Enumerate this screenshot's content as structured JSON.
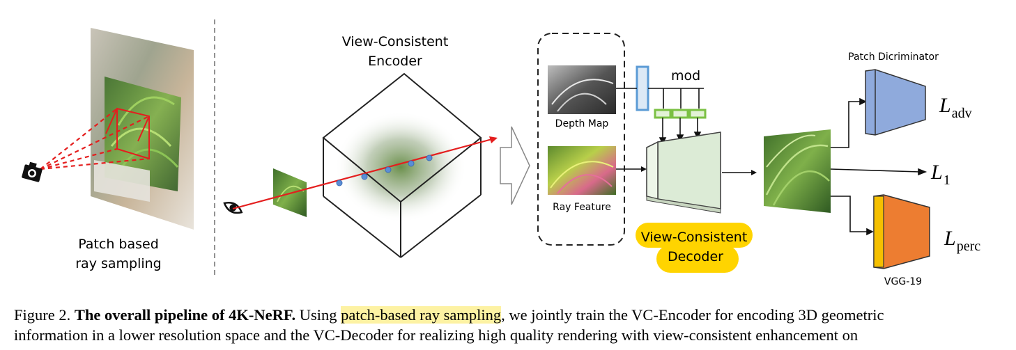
{
  "labels": {
    "patch_sampling": [
      "Patch based",
      "ray sampling"
    ],
    "encoder": [
      "View-Consistent",
      "Encoder"
    ],
    "depth_map": "Depth Map",
    "ray_feature": "Ray Feature",
    "mod": "mod",
    "decoder": [
      "View-Consistent",
      "Decoder"
    ],
    "patch_discriminator": "Patch Dicriminator",
    "vgg": "VGG-19"
  },
  "losses": {
    "adv": {
      "symbol": "L",
      "sub": "adv"
    },
    "l1": {
      "symbol": "L",
      "sub": "1"
    },
    "perc": {
      "symbol": "L",
      "sub": "perc"
    }
  },
  "caption": {
    "figure_no": "Figure 2.",
    "title": "The overall pipeline of 4K-NeRF.",
    "before_highlight": "Using",
    "highlight": "patch-based ray sampling",
    "after_highlight": ", we jointly train the VC-Encoder for encoding 3D geometric",
    "line2": "information in a lower resolution space and the VC-Decoder for realizing high quality rendering with view-consistent enhancement on"
  },
  "colors": {
    "ray": "#e41e1e",
    "sample_point": "#5b8ed6",
    "decoder_fill": "#dcebd6",
    "mod_box": "#7bc043",
    "disc_fill": "#8faadc",
    "vgg_fill": "#ed7d31",
    "vgg_stripe": "#f5c000",
    "decoder_label": "#ffd400",
    "feature_bar": "#5b9bd5"
  }
}
